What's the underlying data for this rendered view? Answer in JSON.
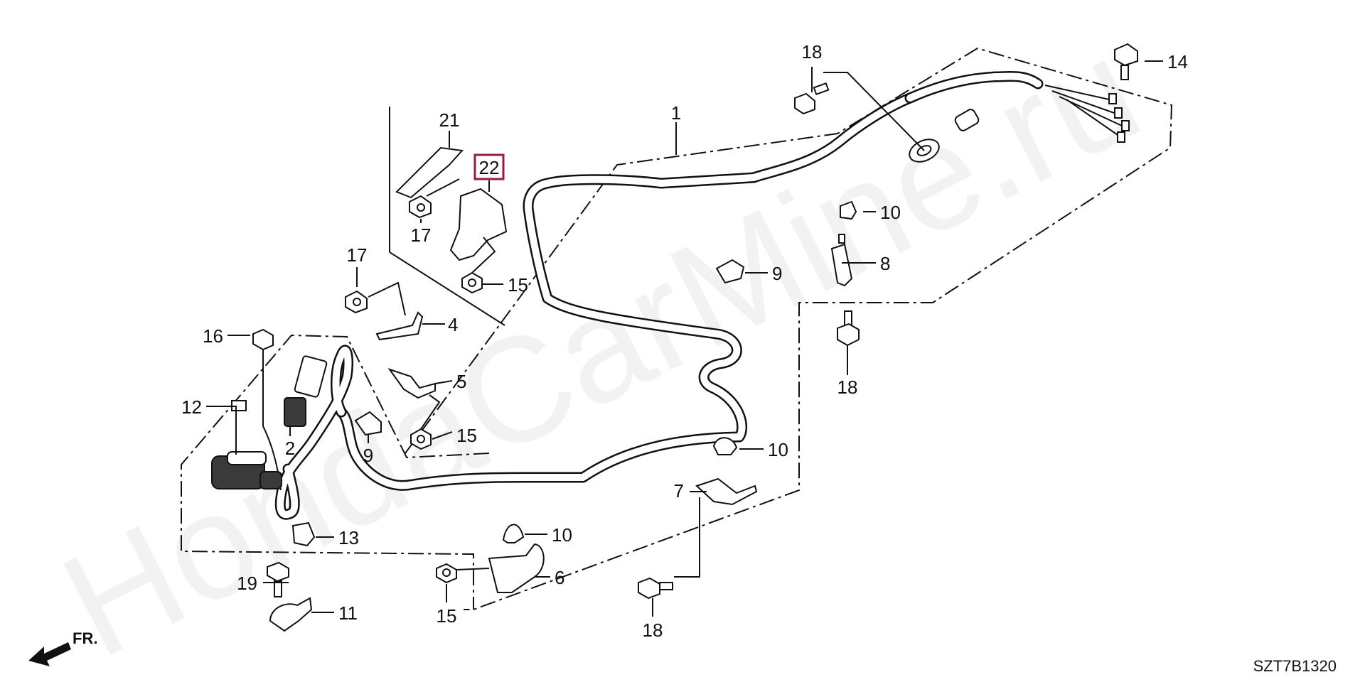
{
  "diagram": {
    "watermark": "HondaCarMine.ru",
    "code": "SZT7B1320",
    "direction_label": "FR.",
    "selected_callout": "22",
    "highlight_color": "#9b1b3a",
    "callouts": {
      "c1": "1",
      "c2": "2",
      "c4": "4",
      "c5": "5",
      "c6": "6",
      "c7": "7",
      "c8": "8",
      "c9a": "9",
      "c9b": "9",
      "c10a": "10",
      "c10b": "10",
      "c10c": "10",
      "c11": "11",
      "c12": "12",
      "c13": "13",
      "c14": "14",
      "c15a": "15",
      "c15b": "15",
      "c15c": "15",
      "c16": "16",
      "c17a": "17",
      "c17b": "17",
      "c18a": "18",
      "c18b": "18",
      "c18c": "18",
      "c19": "19",
      "c21": "21",
      "c22": "22"
    }
  }
}
